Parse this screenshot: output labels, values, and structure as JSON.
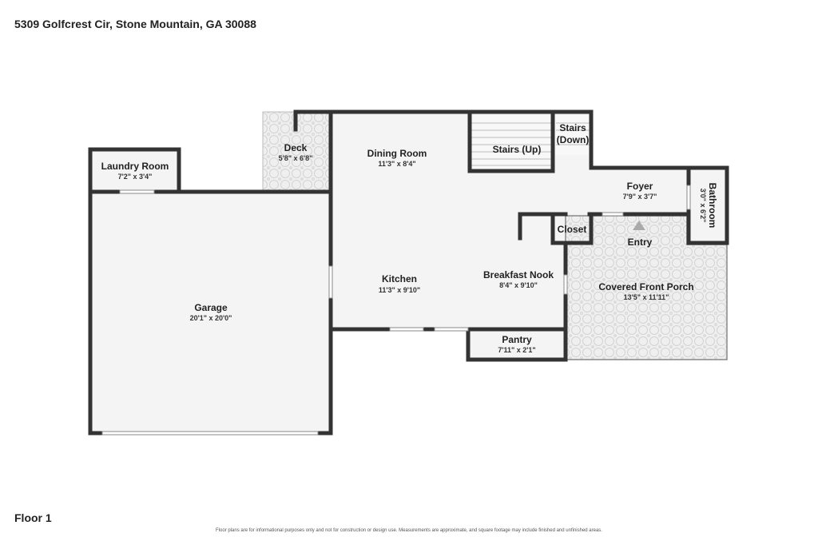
{
  "address": "5309 Golfcrest Cir, Stone Mountain, GA 30088",
  "floor_label": "Floor 1",
  "disclaimer": "Floor plans are for informational purposes only and not for construction or design use. Measurements are approximate, and square footage may include finished and unfinished areas.",
  "rooms": {
    "laundry": {
      "name": "Laundry Room",
      "dims": "7'2\" x 3'4\""
    },
    "deck": {
      "name": "Deck",
      "dims": "5'8\" x 6'8\""
    },
    "dining": {
      "name": "Dining Room",
      "dims": "11'3\" x 8'4\""
    },
    "stairs_up": {
      "name": "Stairs (Up)"
    },
    "stairs_down": {
      "name_line1": "Stairs",
      "name_line2": "(Down)"
    },
    "foyer": {
      "name": "Foyer",
      "dims": "7'9\" x 3'7\""
    },
    "bathroom": {
      "name": "Bathroom",
      "dims": "3'0\" x 6'2\""
    },
    "closet": {
      "name": "Closet"
    },
    "entry": {
      "name": "Entry"
    },
    "garage": {
      "name": "Garage",
      "dims": "20'1\" x 20'0\""
    },
    "kitchen": {
      "name": "Kitchen",
      "dims": "11'3\" x 9'10\""
    },
    "breakfast": {
      "name": "Breakfast Nook",
      "dims": "8'4\" x 9'10\""
    },
    "porch": {
      "name": "Covered Front Porch",
      "dims": "13'5\" x 11'11\""
    },
    "pantry": {
      "name": "Pantry",
      "dims": "7'11\" x 2'1\""
    }
  }
}
